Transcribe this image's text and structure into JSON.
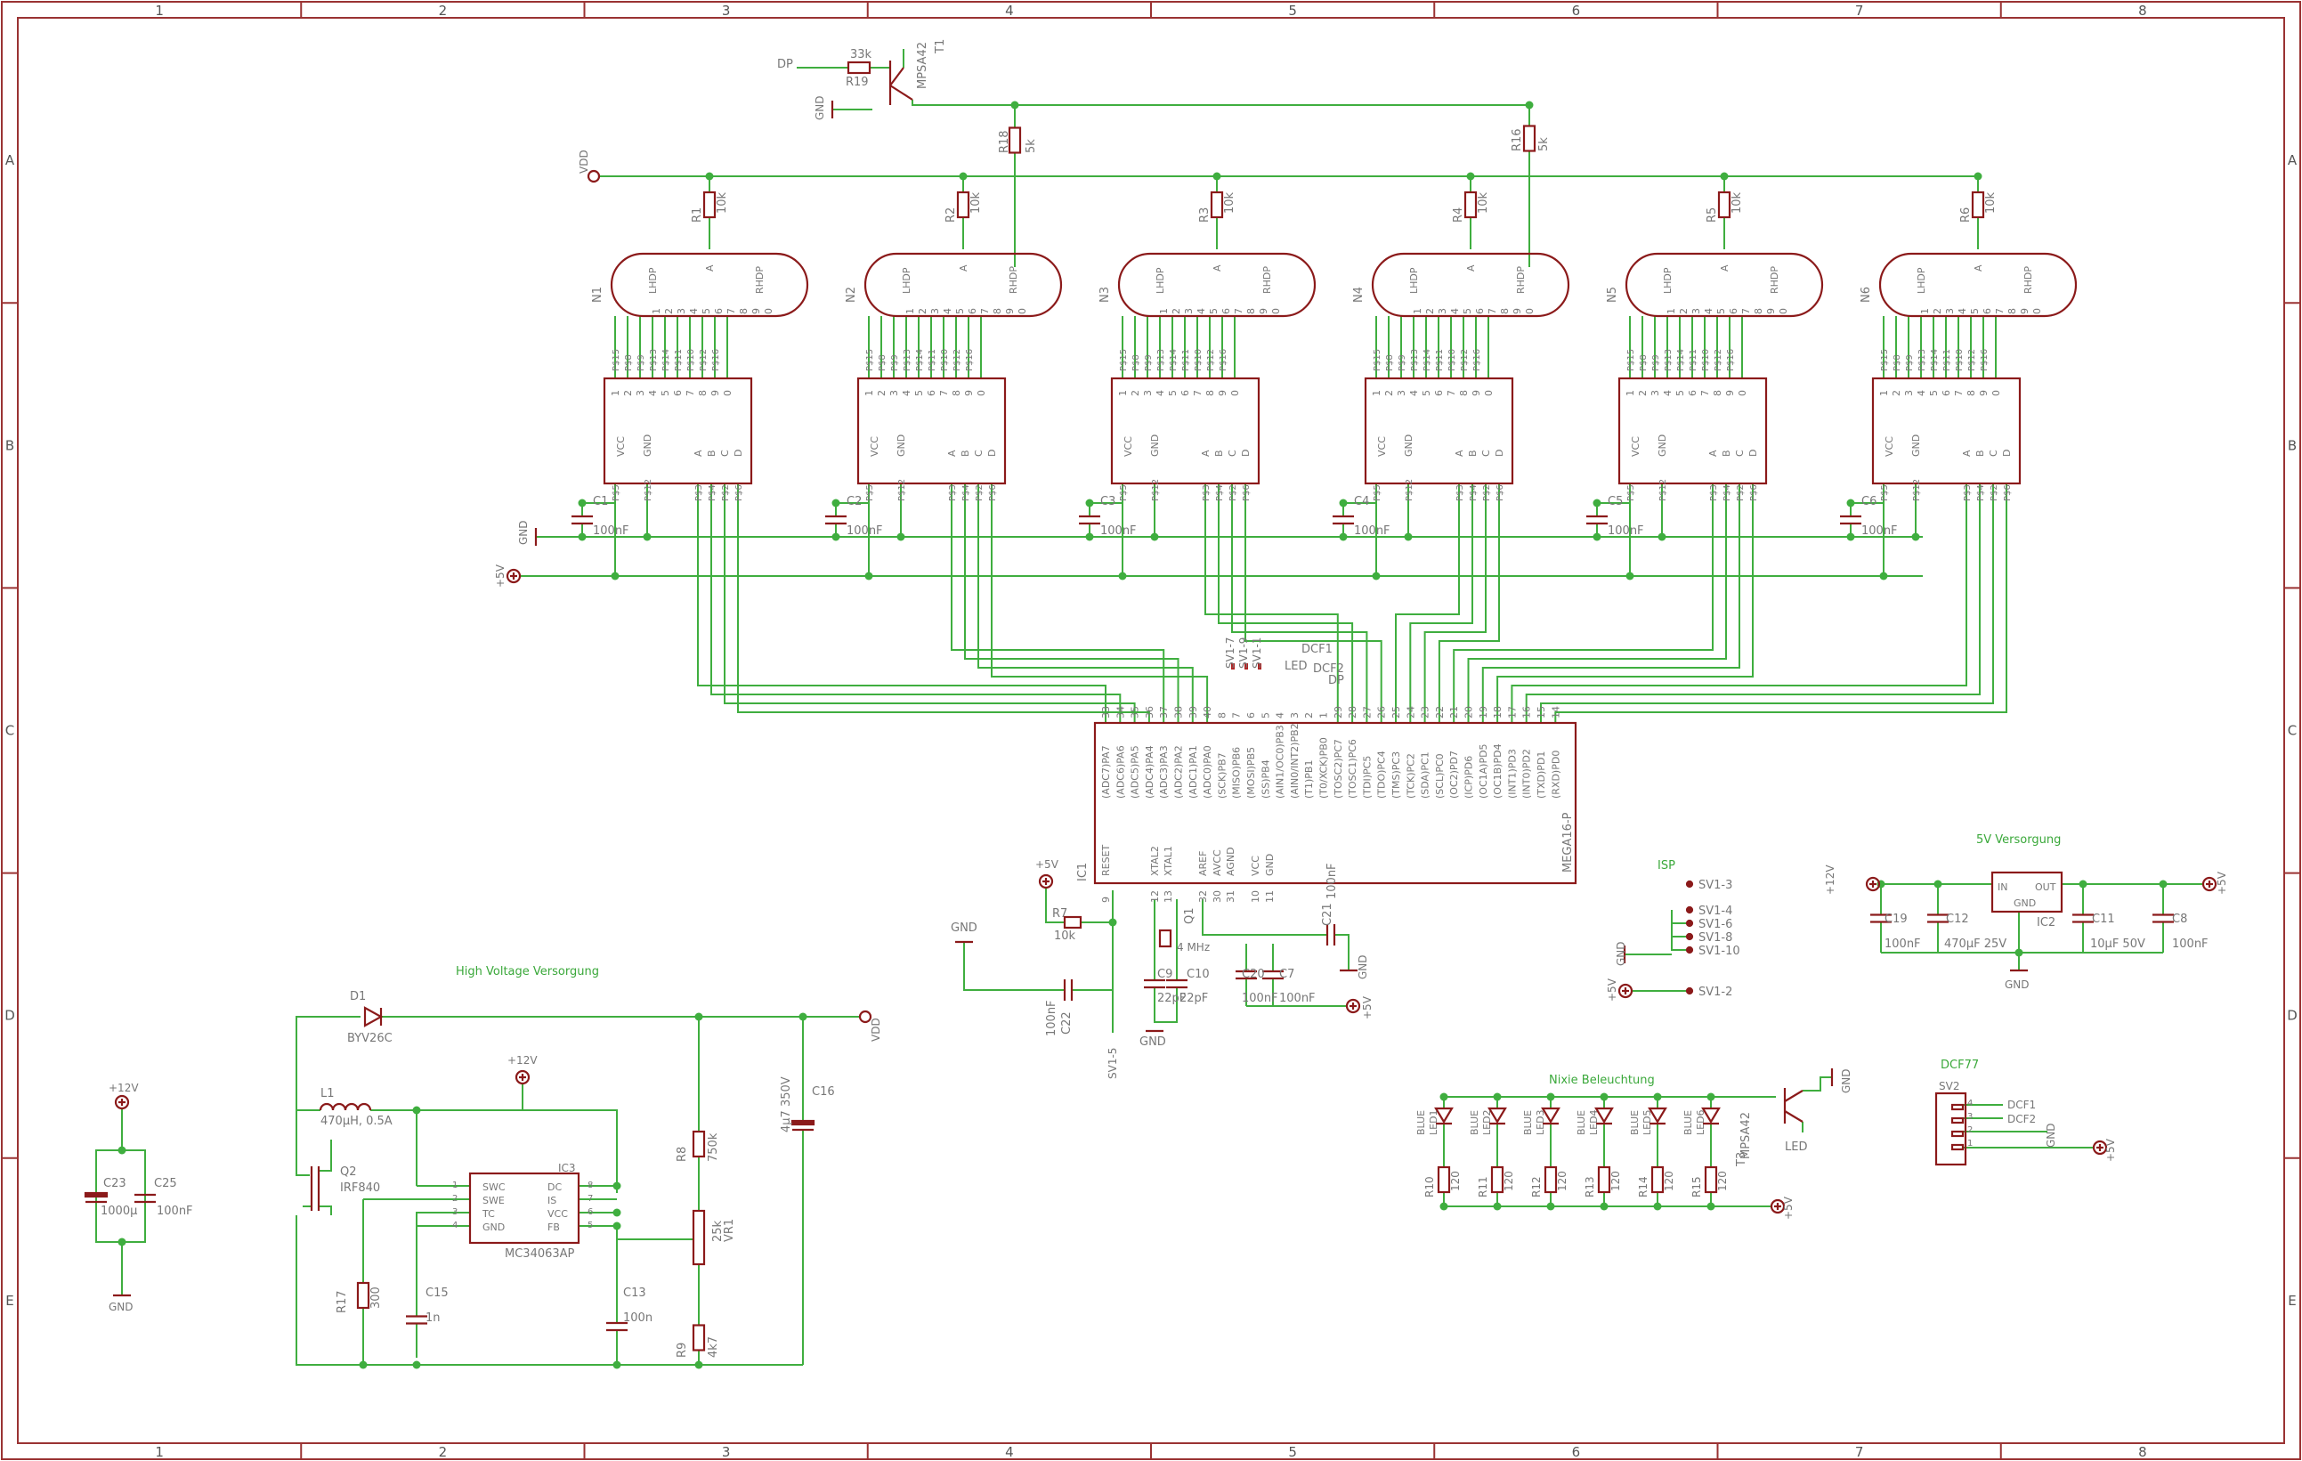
{
  "colors": {
    "wire": "#3fae3f",
    "part": "#8b1a1a",
    "text": "#777777",
    "frame": "#9a3333",
    "section_title": "#3aa83a"
  },
  "frame": {
    "columns": [
      "1",
      "2",
      "3",
      "4",
      "5",
      "6",
      "7",
      "8"
    ],
    "rows": [
      "A",
      "B",
      "C",
      "D",
      "E"
    ]
  },
  "sections": {
    "hv": "High Voltage Versorgung",
    "v5": "5V Versorgung",
    "isp": "ISP",
    "nixie_light": "Nixie Beleuchtung",
    "dcf": "DCF77"
  },
  "top": {
    "dp": "DP",
    "r19_name": "R19",
    "r19_val": "33k",
    "gnd": "GND",
    "t1_name": "T1",
    "t1_val": "MPSA42",
    "r18_name": "R18",
    "r18_val": "5k",
    "r16_name": "R16",
    "r16_val": "5k",
    "vdd": "VDD"
  },
  "tubes": [
    {
      "name": "N1",
      "r_name": "R1",
      "r_val": "10k",
      "c_name": "C1",
      "c_val": "100nF"
    },
    {
      "name": "N2",
      "r_name": "R2",
      "r_val": "10k",
      "c_name": "C2",
      "c_val": "100nF"
    },
    {
      "name": "N3",
      "r_name": "R3",
      "r_val": "10k",
      "c_name": "C3",
      "c_val": "100nF"
    },
    {
      "name": "N4",
      "r_name": "R4",
      "r_val": "10k",
      "c_name": "C4",
      "c_val": "100nF"
    },
    {
      "name": "N5",
      "r_name": "R5",
      "r_val": "10k",
      "c_name": "C5",
      "c_val": "100nF"
    },
    {
      "name": "N6",
      "r_name": "R6",
      "r_val": "10k",
      "c_name": "C6",
      "c_val": "100nF"
    }
  ],
  "tube_pins": {
    "lhdp": "LHDP",
    "a": "A",
    "rhdp": "RHDP",
    "digits": [
      "1",
      "2",
      "3",
      "4",
      "5",
      "6",
      "7",
      "8",
      "9",
      "0"
    ],
    "pads_top": [
      "P$15",
      "P$8",
      "P$9",
      "P$13",
      "P$14",
      "P$11",
      "P$10",
      "P$12",
      "P$16"
    ]
  },
  "driver_pins": {
    "top": [
      "1",
      "2",
      "3",
      "4",
      "5",
      "6",
      "7",
      "8",
      "9",
      "0"
    ],
    "mid": [
      "VCC",
      "GND",
      "A",
      "B",
      "C",
      "D"
    ],
    "bottom": [
      "P$5",
      "P$12",
      "P$3",
      "P$4",
      "P$2",
      "P$6"
    ]
  },
  "rails": {
    "gnd": "GND",
    "p5v": "+5V"
  },
  "mcu": {
    "name": "IC1",
    "part": "MEGA16-P",
    "top_pins": [
      "33",
      "34",
      "35",
      "36",
      "37",
      "38",
      "39",
      "40",
      "8",
      "7",
      "6",
      "5",
      "4",
      "3",
      "2",
      "1",
      "29",
      "28",
      "27",
      "26",
      "25",
      "24",
      "23",
      "22",
      "21",
      "20",
      "19",
      "18",
      "17",
      "16",
      "15",
      "14"
    ],
    "port_labels": [
      "(ADC7)PA7",
      "(ADC6)PA6",
      "(ADC5)PA5",
      "(ADC4)PA4",
      "(ADC3)PA3",
      "(ADC2)PA2",
      "(ADC1)PA1",
      "(ADC0)PA0",
      "(SCK)PB7",
      "(MISO)PB6",
      "(MOSI)PB5",
      "(SS)PB4",
      "(AIN1/OC0)PB3",
      "(AIN0/INT2)PB2",
      "(T1)PB1",
      "(T0/XCK)PB0",
      "(TOSC2)PC7",
      "(TOSC1)PC6",
      "(TDI)PC5",
      "(TDO)PC4",
      "(TMS)PC3",
      "(TCK)PC2",
      "(SDA)PC1",
      "(SCL)PC0",
      "(OC2)PD7",
      "(ICP)PD6",
      "(OC1A)PD5",
      "(OC1B)PD4",
      "(INT1)PD3",
      "(INT0)PD2",
      "(TXD)PD1",
      "(RXD)PD0"
    ],
    "bottom_labels": [
      "RESET",
      "XTAL2",
      "XTAL1",
      "AREF",
      "AVCC",
      "AGND",
      "VCC",
      "GND"
    ],
    "bottom_pins": [
      "9",
      "12",
      "13",
      "32",
      "30",
      "31",
      "10",
      "11"
    ],
    "net_labels": [
      "SV1-7",
      "SV1-9",
      "SV1-1",
      "LED",
      "DCF1",
      "DCF2",
      "DP"
    ]
  },
  "mcu_periph": {
    "p5v": "+5V",
    "r7_name": "R7",
    "r7_val": "10k",
    "gnd": "GND",
    "c22_name": "C22",
    "c22_val": "100nF",
    "sv15": "SV1-5",
    "q1_name": "Q1",
    "q1_val": "4 MHz",
    "c9_name": "C9",
    "c9_val": "22pF",
    "c10_name": "C10",
    "c10_val": "22pF",
    "c20_name": "C20",
    "c20_val": "100nF",
    "c7_name": "C7",
    "c7_val": "100nF",
    "c21_name": "C21",
    "c21_val": "100nF",
    "gnd2": "GND"
  },
  "isp": {
    "pins": [
      "SV1-3",
      "SV1-4",
      "SV1-6",
      "SV1-8",
      "SV1-10",
      "SV1-2"
    ],
    "gnd": "GND",
    "p5v": "+5V"
  },
  "reg5v": {
    "p12v": "+12V",
    "p5v": "+5V",
    "ic": "IC2",
    "in": "IN",
    "out": "OUT",
    "gnd": "GND",
    "c19_name": "C19",
    "c19_val": "100nF",
    "c12_name": "C12",
    "c12_val": "470µF 25V",
    "c11_name": "C11",
    "c11_val": "10µF 50V",
    "c8_name": "C8",
    "c8_val": "100nF",
    "gnd2": "GND"
  },
  "hv": {
    "d1_name": "D1",
    "d1_val": "BYV26C",
    "vdd": "VDD",
    "l1_name": "L1",
    "l1_val": "470µH, 0.5A",
    "p12v": "+12V",
    "q2_name": "Q2",
    "q2_val": "IRF840",
    "ic3": "IC3",
    "ic3_part": "MC34063AP",
    "ic3_left": [
      "SWC",
      "SWE",
      "TC",
      "GND"
    ],
    "ic3_right": [
      "DC",
      "IS",
      "VCC",
      "FB"
    ],
    "ic3_lpins": [
      "1",
      "2",
      "3",
      "4"
    ],
    "ic3_rpins": [
      "8",
      "7",
      "6",
      "5"
    ],
    "r17_name": "R17",
    "r17_val": "300",
    "c15_name": "C15",
    "c15_val": "1n",
    "c13_name": "C13",
    "c13_val": "100n",
    "r8_name": "R8",
    "r8_val": "750k",
    "vr1_name": "VR1",
    "vr1_val": "25k",
    "r9_name": "R9",
    "r9_val": "4k7",
    "c16_name": "C16",
    "c16_val": "4µ7 350V"
  },
  "input_cap": {
    "p12v": "+12V",
    "c23_name": "C23",
    "c23_val": "1000µ",
    "c25_name": "C25",
    "c25_val": "100nF",
    "gnd": "GND"
  },
  "backlight": {
    "leds": [
      "LED1",
      "LED2",
      "LED3",
      "LED4",
      "LED5",
      "LED6"
    ],
    "led_color": "BLUE",
    "resistors": [
      "R10",
      "R11",
      "R12",
      "R13",
      "R14",
      "R15"
    ],
    "r_val": "120",
    "t3_name": "T3",
    "t3_val": "MPSA42",
    "led": "LED",
    "gnd": "GND",
    "p5v": "+5V"
  },
  "dcf77": {
    "conn": "SV2",
    "pins": [
      "4",
      "3",
      "2",
      "1"
    ],
    "nets": [
      "DCF1",
      "DCF2",
      "GND",
      "+5V"
    ]
  }
}
